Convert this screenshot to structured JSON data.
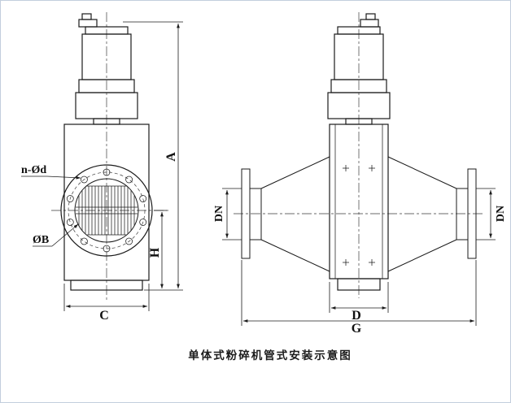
{
  "page": {
    "caption": "单体式粉碎机管式安装示意图"
  },
  "labels": {
    "bolt_holes": "n-Ød",
    "bore_diameter": "ØB",
    "overall_height": "A",
    "center_height": "H",
    "base_width": "C",
    "dn_left": "DN",
    "dn_right": "DN",
    "body_width": "D",
    "overall_length": "G"
  }
}
